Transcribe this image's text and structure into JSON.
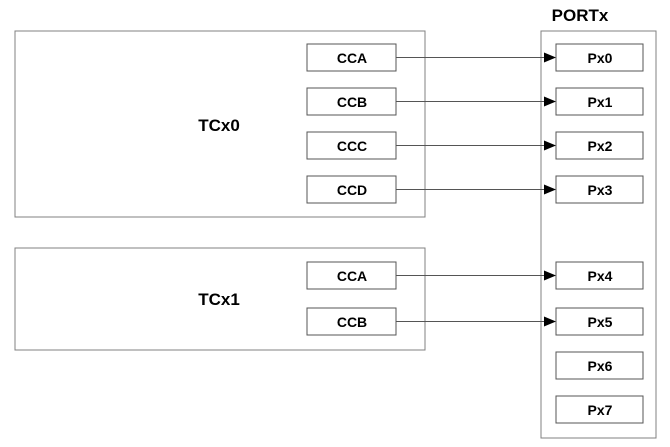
{
  "portx": {
    "title": "PORTx",
    "pins": [
      "Px0",
      "Px1",
      "Px2",
      "Px3",
      "Px4",
      "Px5",
      "Px6",
      "Px7"
    ]
  },
  "tcx0": {
    "title": "TCx0",
    "channels": [
      "CCA",
      "CCB",
      "CCC",
      "CCD"
    ]
  },
  "tcx1": {
    "title": "TCx1",
    "channels": [
      "CCA",
      "CCB"
    ]
  }
}
